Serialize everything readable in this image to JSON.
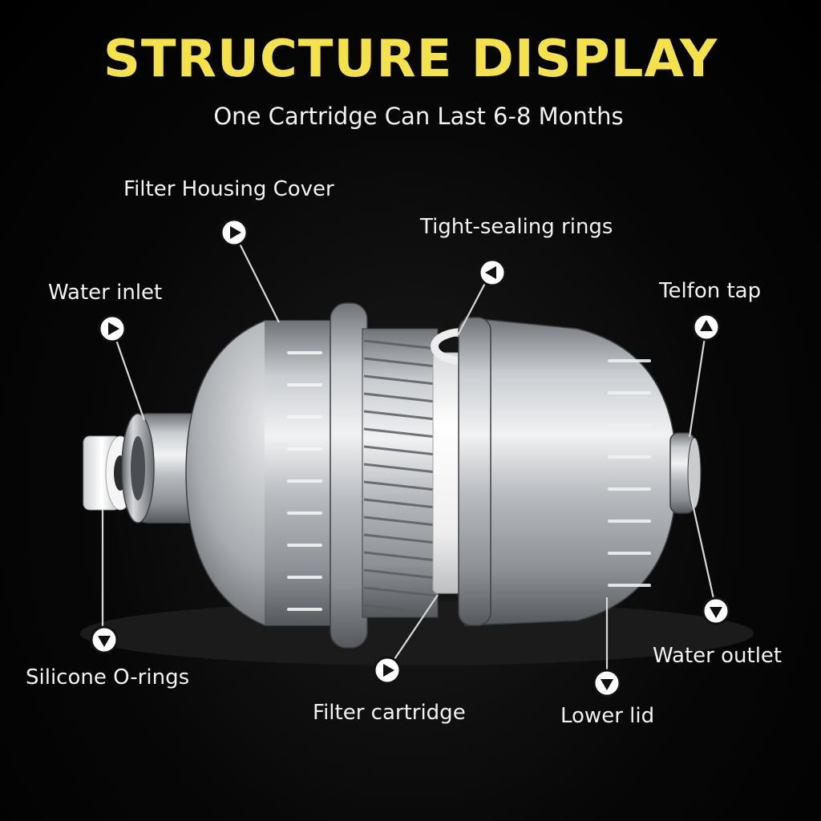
{
  "header": {
    "title": "STRUCTURE DISPLAY",
    "subtitle": "One Cartridge Can Last 6-8 Months"
  },
  "labels": {
    "filter_housing_cover": "Filter Housing Cover",
    "tight_sealing_rings": "Tight-sealing rings",
    "water_inlet": "Water inlet",
    "telfon_tap": "Telfon tap",
    "silicone_o_rings": "Silicone O-rings",
    "filter_cartridge": "Filter cartridge",
    "lower_lid": "Lower lid",
    "water_outlet": "Water outlet"
  },
  "colors": {
    "title": "#f3e24b",
    "text": "#f2f2f2",
    "background": "#000000",
    "metal": "#b9bcc0",
    "cartridge": "#f1f1f1"
  },
  "icons": {
    "marker": "arrow-in-circle-icon"
  }
}
